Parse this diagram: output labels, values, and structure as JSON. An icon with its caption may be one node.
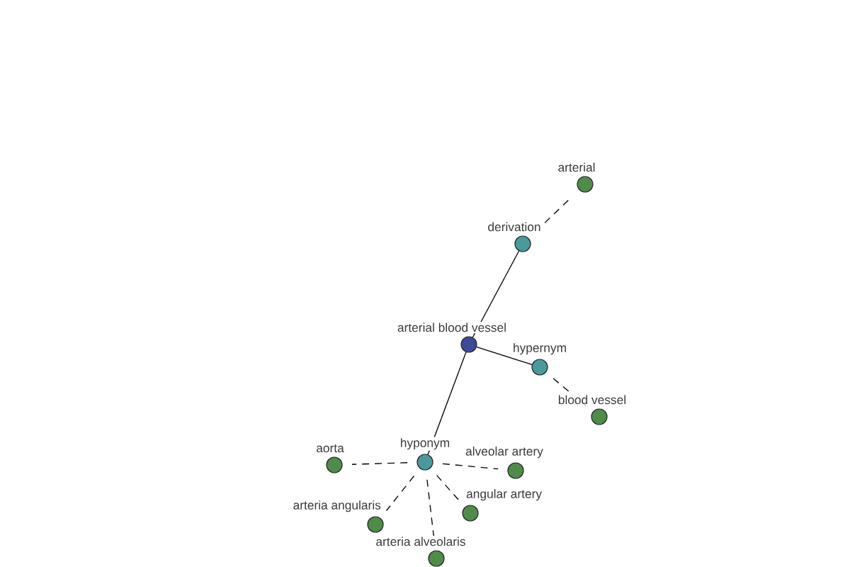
{
  "diagram": {
    "nodes": [
      {
        "text": [
          "arterial"
        ]
      },
      {
        "text": [
          "derivation"
        ]
      },
      {
        "text": [
          "arterial blood vessel"
        ]
      },
      {
        "text": [
          "hypernym"
        ]
      },
      {
        "text": [
          "blood vessel"
        ]
      },
      {
        "text": [
          "aorta"
        ]
      },
      {
        "text": [
          "hyponym"
        ]
      },
      {
        "text": [
          "alveolar artery"
        ]
      },
      {
        "text": [
          "angular artery"
        ]
      },
      {
        "text": [
          "arteria angularis"
        ]
      },
      {
        "text": [
          "arteria alveolaris"
        ]
      }
    ],
    "edges": [
      {
        "from": 2,
        "to": 1,
        "arrow": "none"
      },
      {
        "from": 1,
        "to": 0,
        "arrow": "none",
        "style": "dashed"
      },
      {
        "from": 2,
        "to": 3,
        "arrow": "none"
      },
      {
        "from": 3,
        "to": 4,
        "arrow": "none",
        "style": "dashed"
      },
      {
        "from": 2,
        "to": 6,
        "arrow": "none"
      },
      {
        "from": 6,
        "to": 5,
        "arrow": "none",
        "style": "dashed"
      },
      {
        "from": 6,
        "to": 7,
        "arrow": "none",
        "style": "dashed"
      },
      {
        "from": 6,
        "to": 8,
        "arrow": "none",
        "style": "dashed"
      },
      {
        "from": 6,
        "to": 9,
        "arrow": "none",
        "style": "dashed"
      },
      {
        "from": 6,
        "to": 10,
        "arrow": "none",
        "style": "dashed"
      }
    ]
  }
}
